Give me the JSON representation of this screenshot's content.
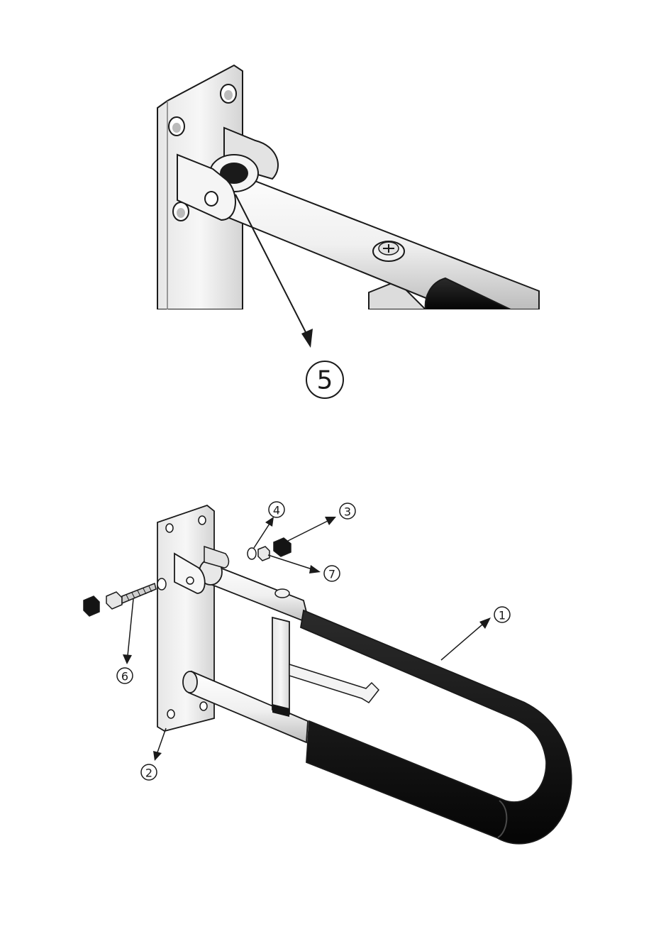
{
  "figure_top": {
    "callouts": [
      {
        "id": "5",
        "label": "5"
      }
    ]
  },
  "figure_bottom": {
    "callouts": [
      {
        "id": "1",
        "label": "1"
      },
      {
        "id": "2",
        "label": "2"
      },
      {
        "id": "3",
        "label": "3"
      },
      {
        "id": "4",
        "label": "4"
      },
      {
        "id": "6",
        "label": "6"
      },
      {
        "id": "7",
        "label": "7"
      }
    ]
  },
  "colors": {
    "line": "#1a1a1a",
    "metal_light": "#f2f2f2",
    "metal_mid": "#d9d9d9",
    "metal_dark": "#a8a8a8",
    "foam_grip": "#141414"
  }
}
